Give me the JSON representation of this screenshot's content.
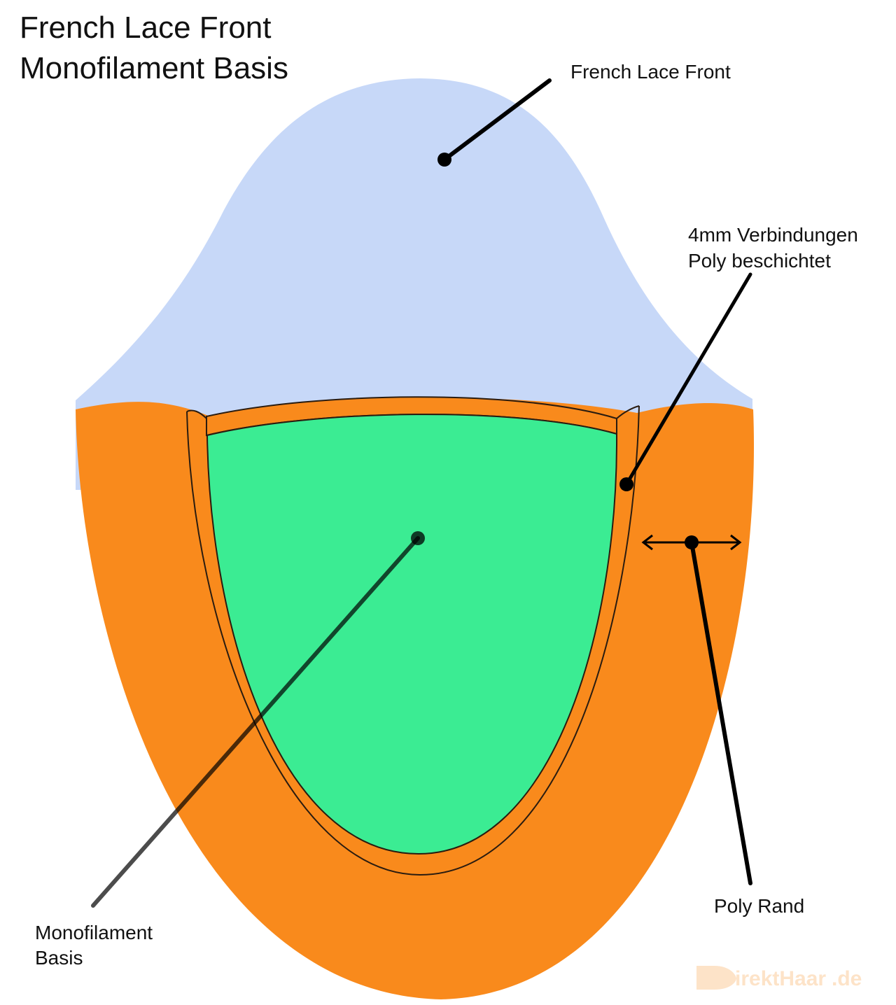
{
  "title": {
    "line1": "French Lace Front",
    "line2": "Monofilament Basis"
  },
  "labels": {
    "french_lace_front": "French Lace Front",
    "verbindungen_line1": "4mm Verbindungen",
    "verbindungen_line2": "Poly beschichtet",
    "poly_rand": "Poly Rand",
    "monofilament_line1": "Monofilament",
    "monofilament_line2": "Basis"
  },
  "watermark": {
    "brand": "irektHaar",
    "tld": ".de"
  },
  "colors": {
    "lace": "#c7d8f8",
    "poly": "#f98a1c",
    "mono": "#3bec93",
    "outline": "#2a1c10",
    "leader": "#000000",
    "watermark": "#fde3c8"
  }
}
